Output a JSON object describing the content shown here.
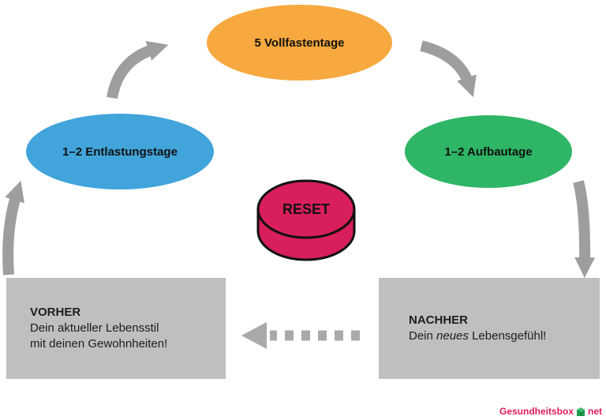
{
  "diagram": {
    "nodes": {
      "fasting": {
        "label": "5 Vollfastentage",
        "color": "#F7A83E"
      },
      "relief": {
        "label": "1–2 Entlastungstage",
        "color": "#41A4DB"
      },
      "buildup": {
        "label": "1–2 Aufbautage",
        "color": "#2EB565"
      },
      "reset": {
        "label": "RESET",
        "color": "#D81E5B"
      }
    },
    "boxes": {
      "before": {
        "title": "VORHER",
        "line1": "Dein aktueller Lebensstil",
        "line2": "mit deinen Gewohnheiten!"
      },
      "after": {
        "title": "NACHHER",
        "text_pre": "Dein ",
        "text_italic": "neues",
        "text_post": " Lebensgefühl!"
      }
    },
    "colors": {
      "arrow": "#9E9E9E",
      "dashed_arrow": "#A9A9A9",
      "box_gray": "#BFBFBF"
    }
  },
  "footer": {
    "brand": "Gesundheitsbox",
    "brand_suffix": "net",
    "brand_color": "#E0195E",
    "icon": "green-box-icon"
  }
}
